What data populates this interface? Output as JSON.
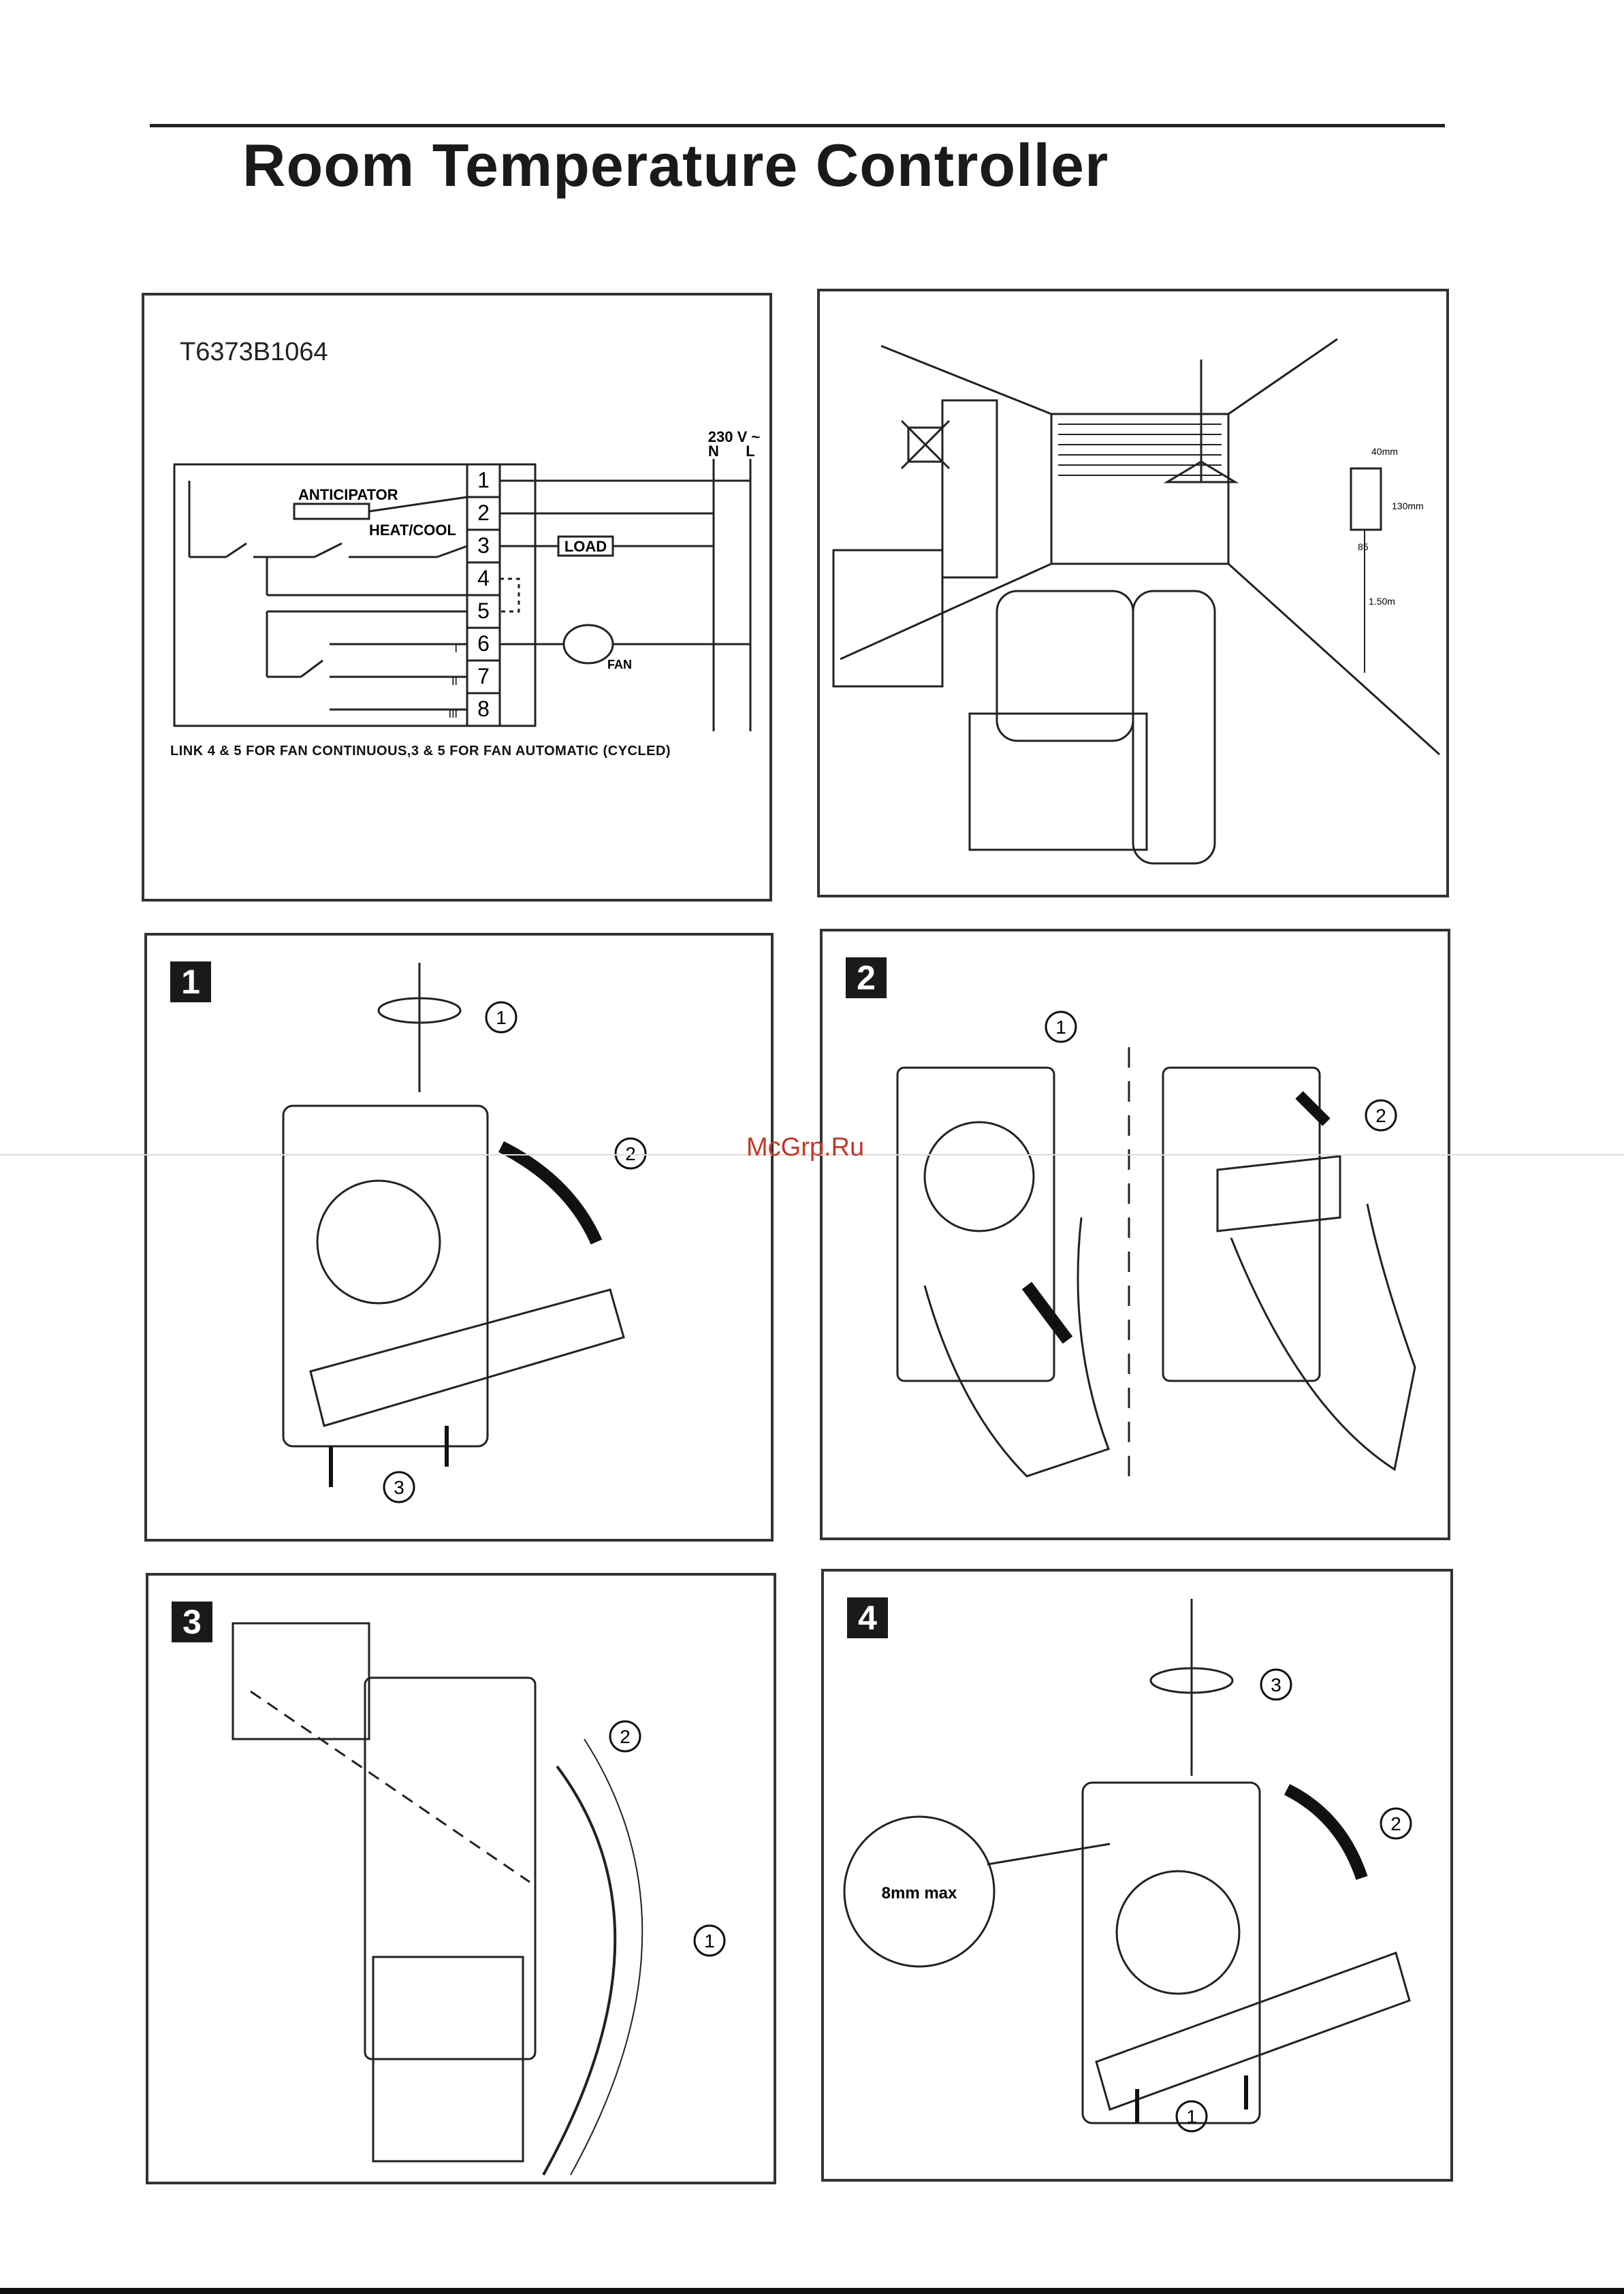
{
  "title": "Room Temperature Controller",
  "wiring": {
    "model": "T6373B1064",
    "supply": "230 V ~",
    "neutral": "N",
    "live": "L",
    "anticipator": "ANTICIPATOR",
    "heat_cool": "HEAT/COOL",
    "load": "LOAD",
    "fan": "FAN",
    "terminals": [
      "1",
      "2",
      "3",
      "4",
      "5",
      "6",
      "7",
      "8"
    ],
    "speeds": [
      "I",
      "II",
      "III"
    ],
    "caption": "LINK 4 & 5 FOR FAN CONTINUOUS,3 & 5 FOR FAN AUTOMATIC (CYCLED)"
  },
  "room": {
    "dim_width": "40mm",
    "dim_height": "130mm",
    "dim_depth": "85",
    "dim_mount": "1.50m"
  },
  "steps": [
    {
      "label": "1",
      "callouts": [
        "1",
        "2",
        "3"
      ]
    },
    {
      "label": "2",
      "callouts": [
        "1",
        "2"
      ]
    },
    {
      "label": "3",
      "callouts": [
        "1",
        "2"
      ]
    },
    {
      "label": "4",
      "callouts": [
        "1",
        "2",
        "3"
      ],
      "note": "8mm max"
    }
  ],
  "watermark": "McGrp.Ru"
}
